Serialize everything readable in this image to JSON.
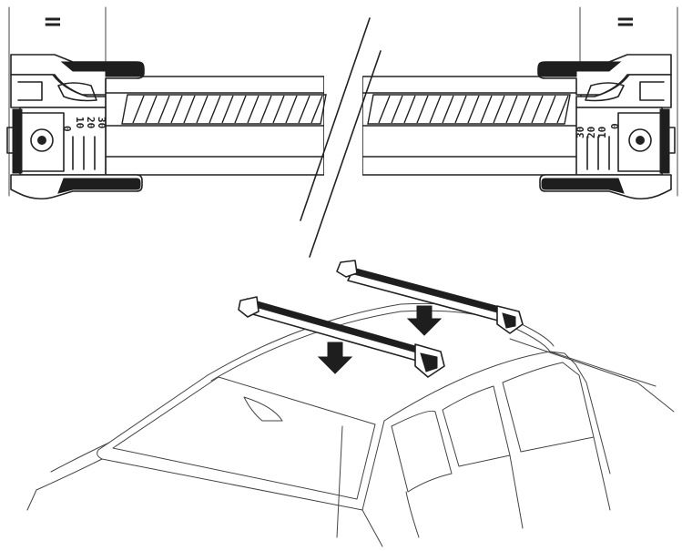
{
  "equal_marks": {
    "left": "=",
    "right": "="
  },
  "scale_left": [
    "30",
    "20",
    "10",
    "0"
  ],
  "scale_right": [
    "30",
    "20",
    "10",
    "0"
  ],
  "colors": {
    "ink": "#222222",
    "fill_dark": "#1e1e1e",
    "background": "#ffffff"
  },
  "icons": [
    "down-arrow-icon",
    "down-arrow-icon"
  ]
}
